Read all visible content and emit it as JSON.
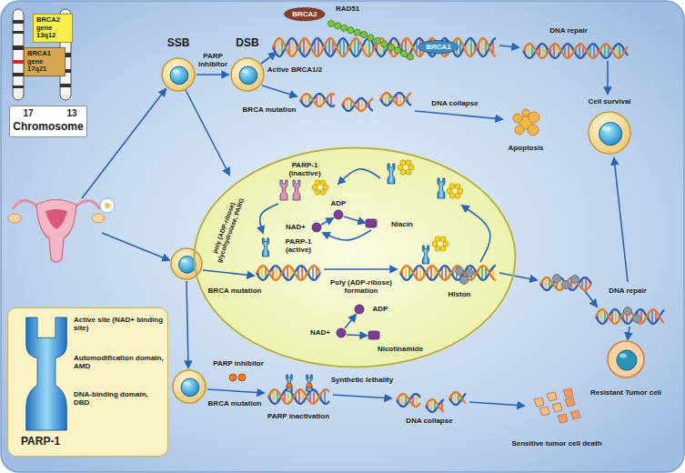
{
  "diagram": {
    "nodes": [
      {
        "text": [
          "BRCA2 gene 13q12"
        ]
      },
      {
        "text": [
          "BRCA1 gene 17q21"
        ]
      },
      {
        "text": [
          "17",
          "13",
          "Chromosome"
        ]
      },
      {
        "text": [
          "BRCA2"
        ]
      },
      {
        "text": [
          "BRCA1"
        ]
      },
      {
        "text": [
          "PARP-1 (inactive)",
          "poly (ADP-ribose) glycohydrolase, PARG",
          "ADP",
          "NAD+",
          "Niacin",
          "PARP-1 (active)",
          "Poly (ADP-ribose) formation",
          "ADP",
          "NAD+",
          "Nicotinamide",
          "Histon"
        ]
      },
      {
        "text": [
          "Active site (NAD+ binding site)",
          "Automodification domain, AMD",
          "DNA-binding domain, DBD",
          "PARP-1"
        ]
      }
    ],
    "labels": [
      "SSB",
      "PARP inhibitor",
      "DSB",
      "RAD51",
      "Active BRCA1/2",
      "BRCA mutation",
      "DNA repair",
      "Cell survival",
      "DNA collapse",
      "Apoptosis",
      "BRCA mutation",
      "DNA repair",
      "Resistant Tumor cell",
      "PARP inhibitor",
      "BRCA mutation",
      "PARP inactivation",
      "Synthetic lethality",
      "DNA collapse",
      "Sensitive tumor cell death"
    ]
  }
}
